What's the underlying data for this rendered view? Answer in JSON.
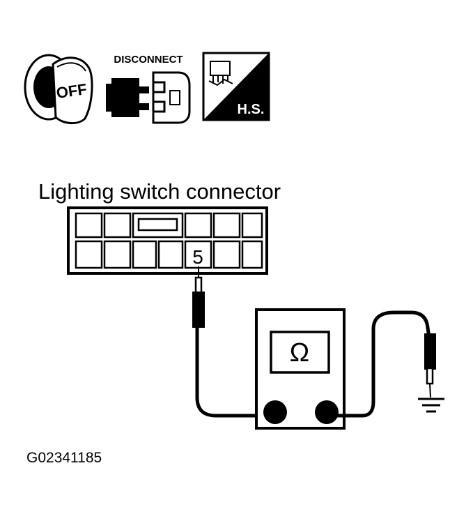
{
  "icons": {
    "ignition": {
      "name": "ignition-key-off-icon",
      "label": "OFF"
    },
    "disconnect": {
      "name": "disconnect-connector-icon",
      "label": "DISCONNECT"
    },
    "harness": {
      "name": "harness-side-icon",
      "label": "H.S."
    }
  },
  "connector": {
    "title": "Lighting switch connector",
    "rows": 2,
    "cols": 7,
    "terminal_label": "5"
  },
  "meter": {
    "symbol": "Ω"
  },
  "figure_id": "G02341185",
  "colors": {
    "ink": "#000000",
    "background": "#ffffff"
  }
}
